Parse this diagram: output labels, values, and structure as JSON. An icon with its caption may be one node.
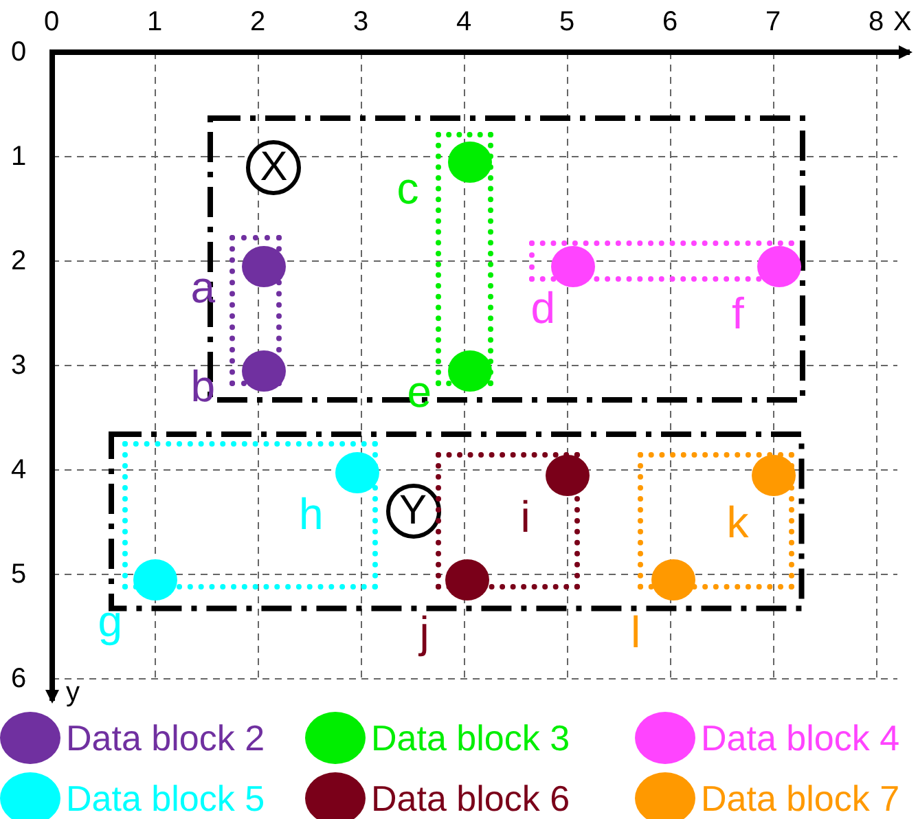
{
  "diagram": {
    "nodes": [
      {
        "text": [
          "X"
        ]
      },
      {
        "text": [],
        "shape": "box",
        "in": 0
      },
      {
        "text": [],
        "shape": "circle",
        "in": 1,
        "beside": [
          "a"
        ]
      },
      {
        "text": [],
        "shape": "circle",
        "in": 1,
        "beside": [
          "b"
        ]
      },
      {
        "text": [],
        "shape": "box",
        "in": 0
      },
      {
        "text": [],
        "shape": "circle",
        "in": 4,
        "beside": [
          "c"
        ]
      },
      {
        "text": [],
        "shape": "circle",
        "in": 4,
        "beside": [
          "e"
        ]
      },
      {
        "text": [],
        "shape": "box",
        "in": 0
      },
      {
        "text": [],
        "shape": "circle",
        "in": 7,
        "beside": [
          "d"
        ]
      },
      {
        "text": [],
        "shape": "circle",
        "in": 7,
        "beside": [
          "f"
        ]
      },
      {
        "text": [
          "Y"
        ]
      },
      {
        "text": [],
        "shape": "box",
        "in": 10
      },
      {
        "text": [],
        "shape": "circle",
        "in": 11,
        "beside": [
          "h"
        ]
      },
      {
        "text": [],
        "shape": "circle",
        "in": 11,
        "beside": [
          "g"
        ]
      },
      {
        "text": [],
        "shape": "box",
        "in": 10
      },
      {
        "text": [],
        "shape": "circle",
        "in": 14,
        "beside": [
          "i"
        ]
      },
      {
        "text": [],
        "shape": "circle",
        "in": 14,
        "beside": [
          "j"
        ]
      },
      {
        "text": [],
        "shape": "box",
        "in": 10
      },
      {
        "text": [],
        "shape": "circle",
        "in": 17,
        "beside": [
          "k"
        ]
      },
      {
        "text": [],
        "shape": "circle",
        "in": 17,
        "beside": [
          "l"
        ]
      }
    ],
    "edges": [],
    "labels": [
      "0",
      "1",
      "2",
      "3",
      "4",
      "5",
      "6",
      "7",
      "8",
      "X",
      "0",
      "1",
      "2",
      "3",
      "4",
      "5",
      "6",
      "y"
    ],
    "legend": [
      {
        "text": "Data block 2",
        "color": "#7030a0"
      },
      {
        "text": "Data block 3",
        "color": "#00ee00"
      },
      {
        "text": "Data block 4",
        "color": "#ff44ff"
      },
      {
        "text": "Data block 5",
        "color": "#00ffff"
      },
      {
        "text": "Data block 6",
        "color": "#7a0019"
      },
      {
        "text": "Data block 7",
        "color": "#ff9900"
      }
    ]
  }
}
